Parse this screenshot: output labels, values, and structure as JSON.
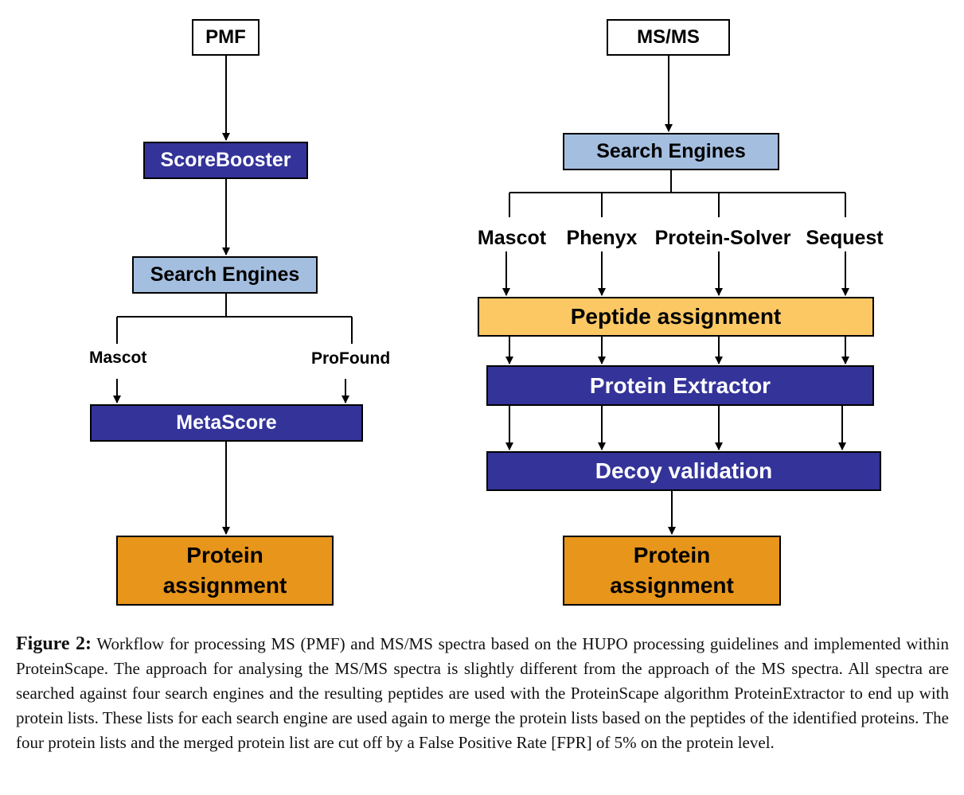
{
  "diagram": {
    "left": {
      "start": "PMF",
      "scorebooster": "ScoreBooster",
      "search_engines": "Search Engines",
      "engines": [
        "Mascot",
        "ProFound"
      ],
      "metascore": "MetaScore",
      "result": "Protein assignment"
    },
    "right": {
      "start": "MS/MS",
      "search_engines": "Search Engines",
      "engines": [
        "Mascot",
        "Phenyx",
        "Protein-Solver",
        "Sequest"
      ],
      "peptide": "Peptide assignment",
      "extractor": "Protein Extractor",
      "decoy": "Decoy validation",
      "result": "Protein assignment"
    }
  },
  "caption": {
    "label": "Figure 2:",
    "text": "Workflow for processing MS (PMF) and MS/MS spectra based on the HUPO processing guidelines and implemented within ProteinScape. The approach for analysing the MS/MS spectra is slightly different from the approach of the MS spectra. All spectra are searched against four search engines and the resulting peptides are used with the ProteinScape algorithm ProteinExtractor to end up with protein lists. These lists for each search engine are used again to merge the protein lists based on the peptides of the identified proteins. The four protein lists and the merged protein list are cut off by a False Positive Rate [FPR] of 5% on the protein level."
  },
  "colors": {
    "navy": "#333399",
    "light_blue": "#a4bedf",
    "yellow": "#fbc864",
    "orange": "#e7951b"
  }
}
